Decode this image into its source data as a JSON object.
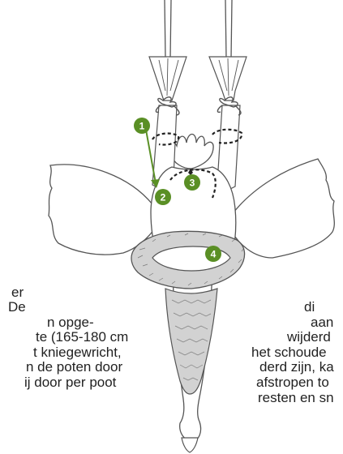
{
  "colors": {
    "line": "#555555",
    "fill": "#ffffff",
    "collar": "#d2d2d2",
    "badge": "#5a8f25",
    "arrow": "#5a8f25",
    "text": "#222222"
  },
  "badges": [
    {
      "label": "1"
    },
    {
      "label": "2"
    },
    {
      "label": "3"
    },
    {
      "label": "4"
    }
  ],
  "text_left": [
    "er",
    "De",
    "n opge-",
    "te (165-180 cm",
    "t kniegewricht,",
    "n de poten door",
    "ij door per poot"
  ],
  "text_right": [
    "di",
    "aan",
    "wijderd",
    "het schoude",
    "derd zijn, ka",
    "afstropen to",
    "resten en sn"
  ]
}
